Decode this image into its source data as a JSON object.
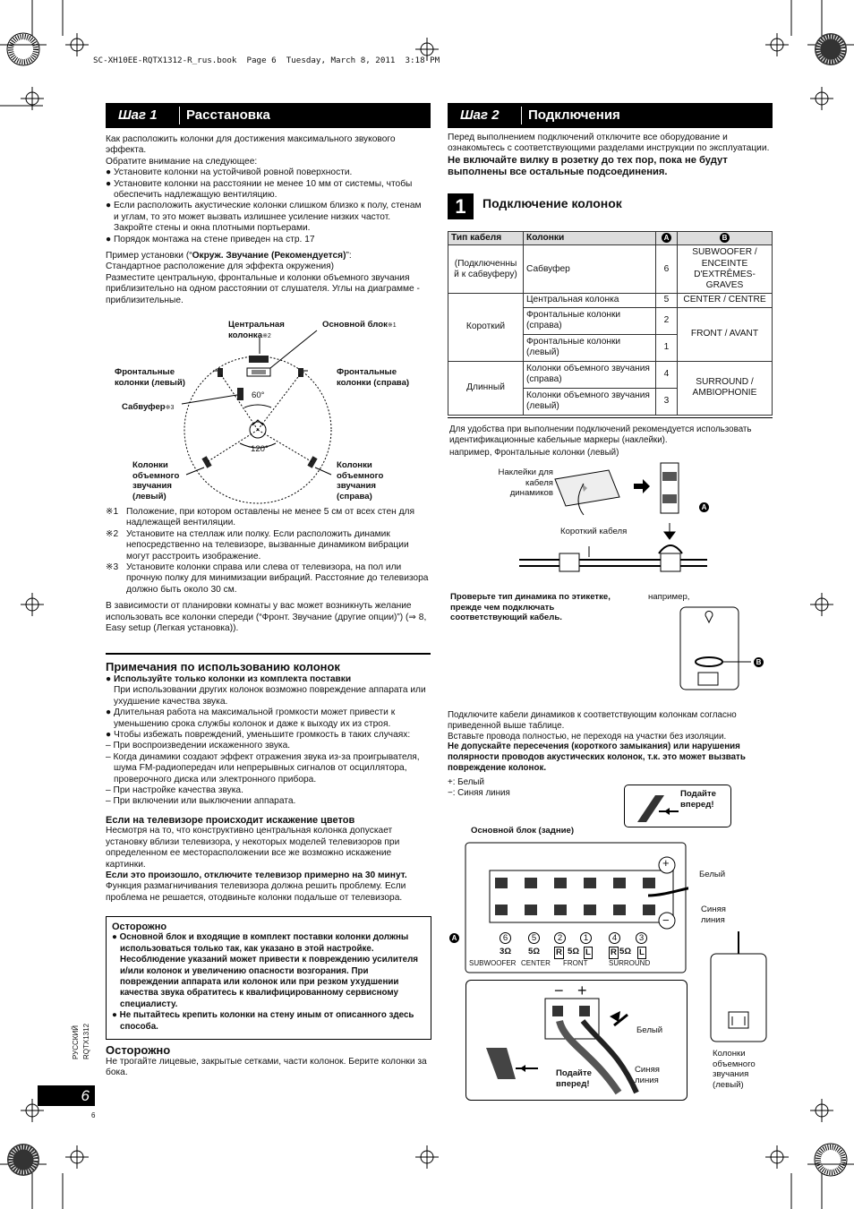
{
  "header_line": "SC-XH10EE-RQTX1312-R_rus.book  Page 6  Tuesday, March 8, 2011  3:18 PM",
  "left": {
    "step_label": "Шаг 1",
    "step_title": "Расстановка",
    "intro": [
      "Как расположить колонки для достижения максимального звукового эффекта.",
      "Обратите внимание на следующее:"
    ],
    "bullets": [
      "Установите колонки на устойчивой ровной поверхности.",
      "Установите колонки на расстоянии не менее 10 мм от системы, чтобы обеспечить надлежащую вентиляцию.",
      "Если расположить акустические колонки слишком близко к полу, стенам и углам, то это может вызвать излишнее усиление низких частот. Закройте стены и окна плотными портьерами.",
      "Порядок монтажа на стене приведен на стр. 17"
    ],
    "example_prefix": "Пример установки (“",
    "example_bold": "Окруж. Звучание (Рекомендуется)",
    "example_suffix": "”:",
    "example_lines": [
      "Стандартное расположение для эффекта окружения)",
      "Разместите центральную, фронтальные и колонки объемного звучания приблизительно на одном расстоянии от слушателя. Углы на диаграмме - приблизительные."
    ],
    "diagram": {
      "center": "Центральная колонка",
      "center_mark": "※2",
      "main_unit": "Основной блок",
      "main_mark": "※1",
      "front_left": "Фронтальные колонки (левый)",
      "front_right": "Фронтальные колонки (справа)",
      "subwoofer": "Сабвуфер",
      "sub_mark": "※3",
      "angle_60": "60°",
      "angle_120": "120°",
      "surround_left": "Колонки объемного звучания (левый)",
      "surround_right": "Колонки объемного звучания (справа)"
    },
    "notes": [
      {
        "mark": "※1",
        "text": "Положение, при котором оставлены не менее 5 см от всех стен для надлежащей вентиляции."
      },
      {
        "mark": "※2",
        "text": "Установите на стеллаж или полку. Если расположить динамик непосредственно на телевизоре, вызванные динамиком вибрации могут расстроить изображение."
      },
      {
        "mark": "※3",
        "text": "Установите колонки справа или слева от телевизора, на пол или прочную полку для минимизации вибраций. Расстояние до телевизора должно быть около 30 см."
      }
    ],
    "layout_note": "В зависимости от планировки комнаты у вас может возникнуть желание использовать все колонки спереди (“Фронт. Звучание (другие опции)”) (⇒ 8, Easy setup (Легкая установка)).",
    "notes_title": "Примечания по использованию колонок",
    "notes_bold_bullet": "Используйте только колонки из комплекта поставки",
    "notes_bold_sub": "При использовании других колонок возможно повреждение аппарата или ухудшение качества звука.",
    "notes_bullets": [
      "Длительная работа на максимальной громкости может привести к уменьшению срока службы колонок и даже к выходу их из строя.",
      "Чтобы избежать повреждений, уменьшите громкость в таких случаях:"
    ],
    "notes_dashes": [
      "При воспроизведении искаженного звука.",
      "Когда динамики создают эффект отражения звука из-за проигрывателя, шума FM-радиопередач или непрерывных сигналов от осциллятора, проверочного диска или электронного прибора.",
      "При настройке качества звука.",
      "При включении или выключении аппарата."
    ],
    "tv_title": "Если на телевизоре происходит искажение цветов",
    "tv_text": "Несмотря на то, что конструктивно центральная колонка допускает установку вблизи телевизора, у некоторых моделей телевизоров при определенном ее месторасположении все же возможно искажение картинки.",
    "tv_bold": "Если это произошло, отключите телевизор примерно на 30 минут.",
    "tv_text2": "Функция размагничивания телевизора должна решить проблему. Если проблема не решается, отодвиньте колонки подальше от телевизора.",
    "caution_box_title": "Осторожно",
    "caution_box_items": [
      "Основной блок и входящие в комплект поставки колонки должны использоваться только так, как указано в этой настройке. Несоблюдение указаний может привести к повреждению усилителя и/или колонок и увеличению опасности возгорания. При повреждении аппарата или колонок или при резком ухудшении качества звука обратитесь к квалифицированному сервисному специалисту.",
      "Не пытайтесь крепить колонки на стену иным от описанного здесь способа."
    ],
    "caution2_title": "Осторожно",
    "caution2_text": "Не трогайте лицевые, закрытые сетками, части колонок. Берите колонки за бока."
  },
  "right": {
    "step_label": "Шаг 2",
    "step_title": "Подключения",
    "intro": "Перед выполнением подключений отключите все оборудование и ознакомьтесь с соответствующими разделами инструкции по эксплуатации.",
    "intro_bold": "Не включайте вилку в розетку до тех пор, пока не будут выполнены все остальные подсоединения.",
    "section_num": "1",
    "section_title": "Подключение колонок",
    "table": {
      "headers": [
        "Тип кабеля",
        "Колонки",
        "A",
        "B"
      ],
      "cable_types": [
        "(Подключенны й к сабвуферу)",
        "Короткий",
        "Длинный"
      ],
      "speakers": [
        "Сабвуфер",
        "Центральная колонка",
        "Фронтальные колонки (справа)",
        "Фронтальные колонки (левый)",
        "Колонки объемного звучания (справа)",
        "Колонки объемного звучания (левый)"
      ],
      "a_values": [
        "6",
        "5",
        "2",
        "1",
        "4",
        "3"
      ],
      "b_values": [
        "SUBWOOFER / ENCEINTE D'EXTRÊMES-GRAVES",
        "CENTER / CENTRE",
        "FRONT / AVANT",
        "SURROUND / AMBIOPHONIE"
      ]
    },
    "marker_note": "Для удобства при выполнении подключений рекомендуется использовать идентификационные кабельные маркеры (наклейки).",
    "marker_example": "например, Фронтальные колонки (левый)",
    "stickers_label": "Наклейки для кабеля динамиков",
    "short_cable": "Короткий кабеля",
    "check_label": "Проверьте тип динамика по этикетке, прежде чем подключать соответствующий кабель.",
    "example_word": "например,",
    "connect_text": "Подключите кабели динамиков к соответствующим колонкам согласно приведенной выше таблице.",
    "connect_text2": "Вставьте провода полностью, не переходя на участки без изоляции.",
    "connect_bold": "Не допускайте пересечения (короткого замыкания) или нарушения полярности проводов акустических колонок, т.к. это может вызвать повреждение колонок.",
    "plus_label": "+: Белый",
    "minus_label": "−: Синяя линия",
    "push_forward": "Подайте вперед!",
    "main_rear": "Основной блок (задние)",
    "white": "Белый",
    "blue_line": "Синяя линия",
    "terminals": {
      "nums": [
        "6",
        "5",
        "2",
        "1",
        "4",
        "3"
      ],
      "ohm3": "3Ω",
      "ohm5": "5Ω",
      "r": "R",
      "l": "L",
      "subwoofer": "SUBWOOFER",
      "center": "CENTER",
      "front": "FRONT",
      "surround": "SURROUND"
    },
    "surround_left_label": "Колонки объемного звучания (левый)",
    "plus_sign": "+",
    "minus_sign": "−"
  },
  "side_lang": "РУССКИЙ",
  "side_code": "RQTX1312",
  "page_num": "6",
  "page_small": "6"
}
